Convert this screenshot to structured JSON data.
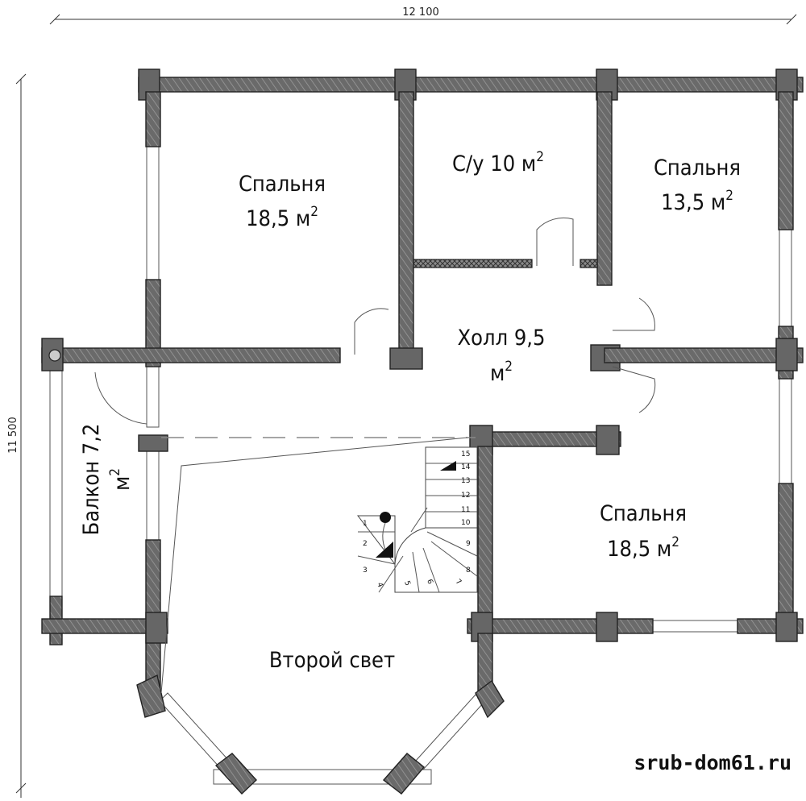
{
  "dimensions": {
    "width_label": "12 100",
    "height_label": "11 500"
  },
  "rooms": [
    {
      "id": "bedroom-nw",
      "name": "Спальня",
      "area": "18,5 м",
      "sup": "2"
    },
    {
      "id": "bathroom",
      "name": "С/у 10 м",
      "sup": "2"
    },
    {
      "id": "bedroom-ne",
      "name": "Спальня",
      "area": "13,5 м",
      "sup": "2"
    },
    {
      "id": "hall",
      "name": "Холл 9,5",
      "area": "м",
      "sup": "2"
    },
    {
      "id": "balcony",
      "name": "Балкон 7,2",
      "area": "м",
      "sup": "2"
    },
    {
      "id": "bedroom-se",
      "name": "Спальня",
      "area": "18,5 м",
      "sup": "2"
    },
    {
      "id": "second-light",
      "name": "Второй свет"
    }
  ],
  "stair_steps": [
    "1",
    "2",
    "3",
    "4",
    "5",
    "6",
    "7",
    "8",
    "9",
    "10",
    "11",
    "12",
    "13",
    "14",
    "15"
  ],
  "watermark": "srub-dom61.ru",
  "colors": {
    "wall": "#666666",
    "outline": "#222222",
    "background": "#ffffff"
  }
}
